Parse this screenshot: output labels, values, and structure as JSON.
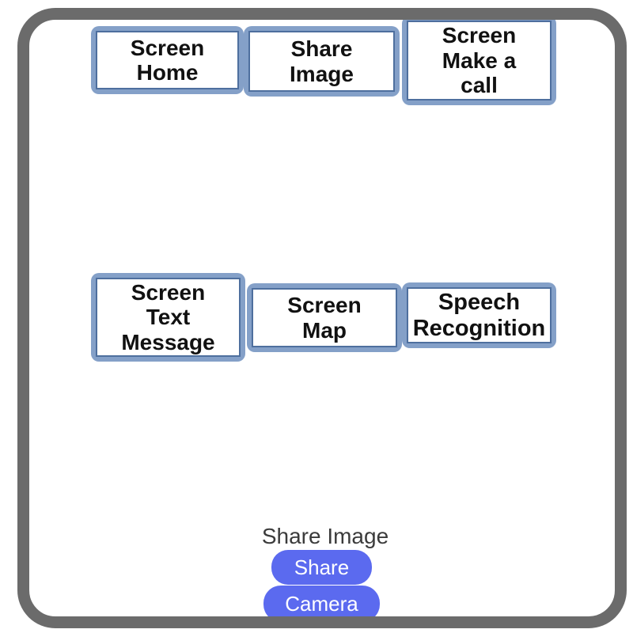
{
  "palette": {
    "boxes": [
      {
        "id": "screen-home",
        "label": "Screen\nHome"
      },
      {
        "id": "share-image",
        "label": "Share\nImage"
      },
      {
        "id": "screen-make-a-call",
        "label": "Screen\nMake a\ncall"
      },
      {
        "id": "screen-text-message",
        "label": "Screen\nText\nMessage"
      },
      {
        "id": "screen-map",
        "label": "Screen\nMap"
      },
      {
        "id": "speech-recognition",
        "label": "Speech\nRecognition"
      }
    ]
  },
  "footer": {
    "caption": "Share Image",
    "share_label": "Share",
    "camera_label": "Camera"
  },
  "colors": {
    "frame_border": "#6b6b6b",
    "box_border_outer": "#84a0c8",
    "box_border_inner": "#4e6f9e",
    "box_text": "#111111",
    "caption_text": "#3b3b3b",
    "pill_button_background": "#5b6aef",
    "pill_button_text": "#ffffff"
  }
}
